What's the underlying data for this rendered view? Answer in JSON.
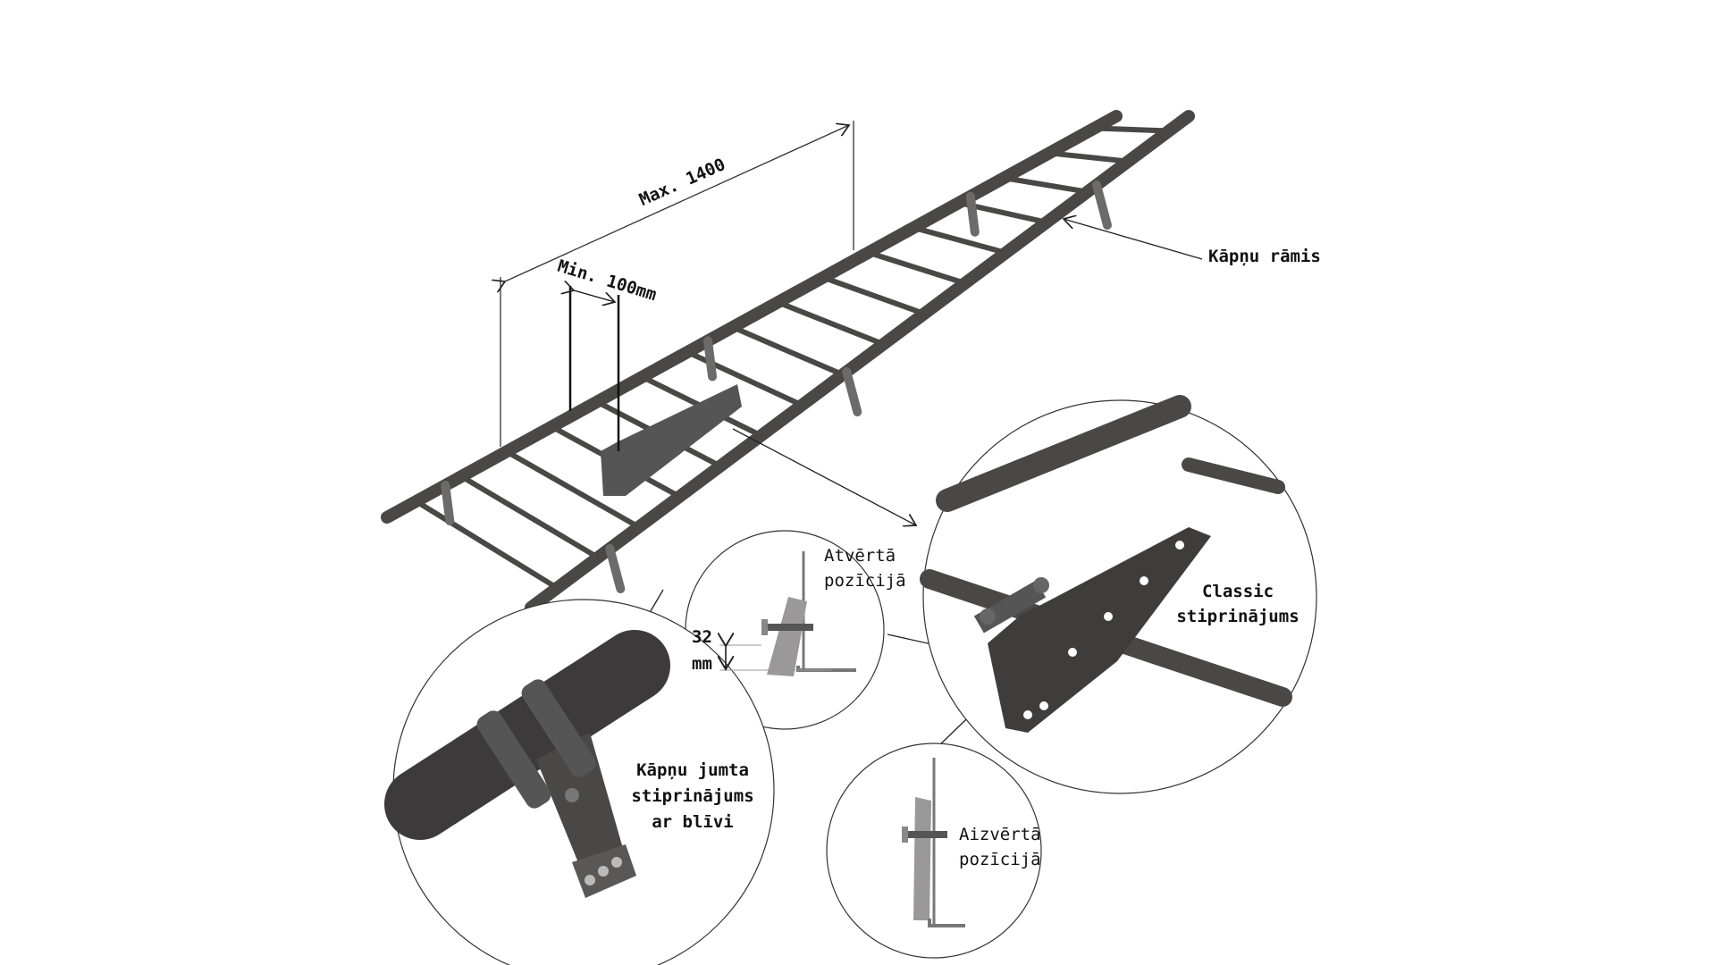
{
  "labels": {
    "max_length": "Max. 1400",
    "min_offset": "Min. 100mm",
    "frame": "Kāpņu rāmis",
    "open_line1": "Atvērtā",
    "open_line2": "pozīcijā",
    "height_value": "32",
    "height_unit": "mm",
    "classic_line1": "Classic",
    "classic_line2": "stiprinājums",
    "roof_line1": "Kāpņu jumta",
    "roof_line2": "stiprinājums",
    "roof_line3": "ar blīvi",
    "closed_line1": "Aizvērtā",
    "closed_line2": "pozīcijā"
  },
  "colors": {
    "metal": "#4a4847",
    "metal_light": "#6d6b6a",
    "line": "#222222"
  }
}
